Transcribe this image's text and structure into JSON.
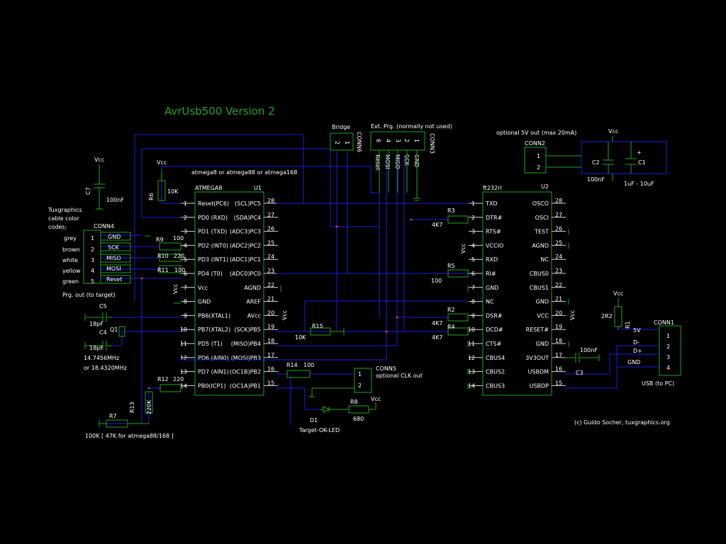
{
  "title": "AvrUsb500 Version 2",
  "credit": "(c) Guido Socher, tuxgraphics.org",
  "mcu_note": "atmega8 or atmega88 or atmega168",
  "u1": {
    "ref": "U1",
    "part": "ATMEGA8",
    "left_pins": [
      {
        "n": "1",
        "name": "Reset(PC6)"
      },
      {
        "n": "2",
        "name": "PD0 (RXD)"
      },
      {
        "n": "3",
        "name": "PD1 (TXD)"
      },
      {
        "n": "4",
        "name": "PD2 (INT0)"
      },
      {
        "n": "5",
        "name": "PD3 (INT1)"
      },
      {
        "n": "6",
        "name": "PD4 (T0)"
      },
      {
        "n": "7",
        "name": "Vcc"
      },
      {
        "n": "8",
        "name": "GND"
      },
      {
        "n": "9",
        "name": "PB6(XTAL1)"
      },
      {
        "n": "10",
        "name": "PB7(XTAL2)"
      },
      {
        "n": "11",
        "name": "PD5 (T1)"
      },
      {
        "n": "12",
        "name": "PD6 (AIN0)"
      },
      {
        "n": "13",
        "name": "PD7 (AIN1)"
      },
      {
        "n": "14",
        "name": "PB0(ICP1)"
      }
    ],
    "right_pins": [
      {
        "n": "28",
        "name": "(SCL)PC5"
      },
      {
        "n": "27",
        "name": "(SDA)PC4"
      },
      {
        "n": "26",
        "name": "(ADC3)PC3"
      },
      {
        "n": "25",
        "name": "(ADC2)PC2"
      },
      {
        "n": "24",
        "name": "(ADC1)PC1"
      },
      {
        "n": "23",
        "name": "(ADC0)PC0"
      },
      {
        "n": "22",
        "name": "AGND"
      },
      {
        "n": "21",
        "name": "AREF"
      },
      {
        "n": "20",
        "name": "AVcc"
      },
      {
        "n": "19",
        "name": "(SCK)PB5"
      },
      {
        "n": "18",
        "name": "(MISO)PB4"
      },
      {
        "n": "17",
        "name": "(MOSI)PB3"
      },
      {
        "n": "16",
        "name": "(OC1B)PB2"
      },
      {
        "n": "15",
        "name": "(OC1A)PB1"
      }
    ]
  },
  "u2": {
    "ref": "U2",
    "part": "ft232rl",
    "left_pins": [
      {
        "n": "1",
        "name": "TXD"
      },
      {
        "n": "2",
        "name": "DTR#"
      },
      {
        "n": "3",
        "name": "RTS#"
      },
      {
        "n": "4",
        "name": "VCCIO"
      },
      {
        "n": "5",
        "name": "RXD"
      },
      {
        "n": "6",
        "name": "RI#"
      },
      {
        "n": "7",
        "name": "GND"
      },
      {
        "n": "8",
        "name": "NC"
      },
      {
        "n": "9",
        "name": "DSR#"
      },
      {
        "n": "10",
        "name": "DCD#"
      },
      {
        "n": "11",
        "name": "CTS#"
      },
      {
        "n": "12",
        "name": "CBUS4"
      },
      {
        "n": "13",
        "name": "CBUS2"
      },
      {
        "n": "14",
        "name": "CBUS3"
      }
    ],
    "right_pins": [
      {
        "n": "28",
        "name": "OSCO"
      },
      {
        "n": "27",
        "name": "OSCI"
      },
      {
        "n": "26",
        "name": "TEST"
      },
      {
        "n": "25",
        "name": "AGND"
      },
      {
        "n": "24",
        "name": "NC"
      },
      {
        "n": "23",
        "name": "CBUS0"
      },
      {
        "n": "22",
        "name": "CBUS1"
      },
      {
        "n": "21",
        "name": "GND"
      },
      {
        "n": "20",
        "name": "VCC"
      },
      {
        "n": "19",
        "name": "RESET#"
      },
      {
        "n": "18",
        "name": "GND"
      },
      {
        "n": "17",
        "name": "3V3OUT"
      },
      {
        "n": "16",
        "name": "USBDM"
      },
      {
        "n": "15",
        "name": "USBDP"
      }
    ]
  },
  "conn4": {
    "ref": "CONN4",
    "note": [
      "Tuxgraphics",
      "cable color",
      "codes:"
    ],
    "colors": [
      "grey",
      "brown",
      "white",
      "yellow",
      "green"
    ],
    "signals": [
      "GND",
      "SCK",
      "MISO",
      "MOSI",
      "Reset"
    ],
    "pins": [
      "1",
      "2",
      "3",
      "4",
      "5"
    ],
    "caption": "Prg. out (to target)"
  },
  "conn3": {
    "ref": "CONN3",
    "title": "Ext. Prg. (normally not used)",
    "pins": [
      "6",
      "4",
      "3",
      "2",
      "1"
    ],
    "signals": [
      "Reset",
      "MOSI",
      "MISO",
      "SCK",
      "GND"
    ]
  },
  "conn6": {
    "ref": "CONN6",
    "title": "Bridge",
    "pins": [
      "2",
      "1"
    ]
  },
  "conn2": {
    "ref": "CONN2",
    "title": "optional 5V out (max 20mA)",
    "pins": [
      "1",
      "2"
    ]
  },
  "conn1": {
    "ref": "CONN1",
    "caption": "USB (to PC)",
    "pins": [
      "1",
      "2",
      "3",
      "4"
    ],
    "signals": [
      "5V",
      "D-",
      "D+",
      "GND"
    ]
  },
  "conn5": {
    "ref": "CONN5",
    "caption": "optional CLK out",
    "pins": [
      "1",
      "2"
    ]
  },
  "components": {
    "R1": {
      "ref": "R1",
      "value": "2R2"
    },
    "R2": {
      "ref": "R2",
      "value": "4K7"
    },
    "R3": {
      "ref": "R3",
      "value": "4K7"
    },
    "R4": {
      "ref": "R4",
      "value": "4K7"
    },
    "R5": {
      "ref": "R5",
      "value": "100"
    },
    "R6": {
      "ref": "R6",
      "value": "10K"
    },
    "R7": {
      "ref": "R7",
      "value": "100K [ 47K for atmega88/168 ]"
    },
    "R8": {
      "ref": "R8",
      "value": "680"
    },
    "R9": {
      "ref": "R9",
      "value": "100"
    },
    "R10": {
      "ref": "R10",
      "value": "220"
    },
    "R11": {
      "ref": "R11",
      "value": "100"
    },
    "R12": {
      "ref": "R12",
      "value": "220"
    },
    "R13": {
      "ref": "R13",
      "value": "220K"
    },
    "R14": {
      "ref": "R14",
      "value": "100"
    },
    "R15": {
      "ref": "R15",
      "value": "10K"
    },
    "C1": {
      "ref": "C1",
      "value": "1uF - 10uF"
    },
    "C2": {
      "ref": "C2",
      "value": "100nF"
    },
    "C3": {
      "ref": "C3",
      "value": "100nF"
    },
    "C4": {
      "ref": "C4",
      "value": "18pF"
    },
    "C5": {
      "ref": "C5",
      "value": "18pF"
    },
    "C7": {
      "ref": "C7",
      "value": "100nF"
    },
    "Q1": {
      "ref": "Q1",
      "value": "14.7456MHz",
      "alt": "or 18.4320MHz"
    },
    "D1": {
      "ref": "D1",
      "value": "Target-OK-LED"
    }
  },
  "vcc_label": "Vcc"
}
